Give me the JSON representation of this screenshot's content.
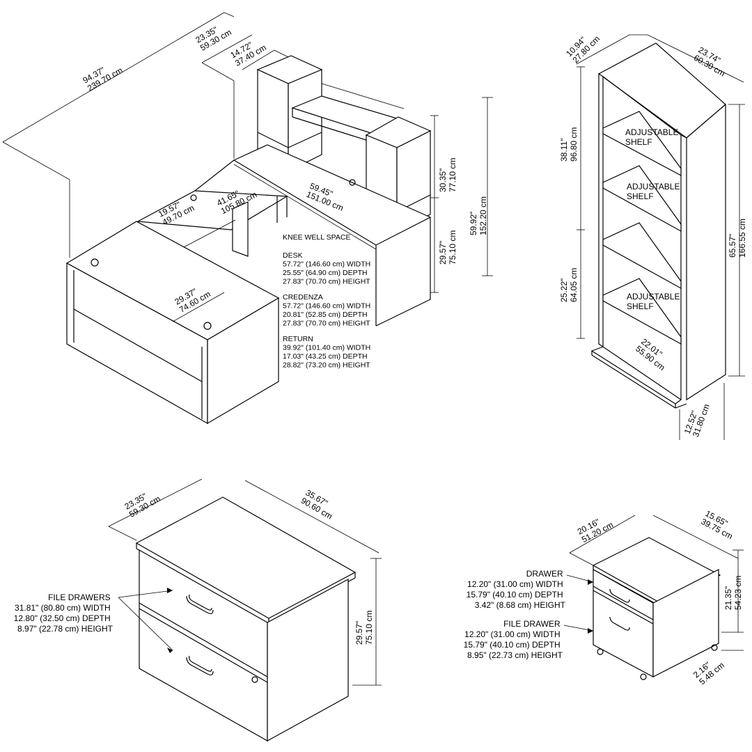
{
  "desk_set": {
    "dims": {
      "overall_width": [
        "94.37\"",
        "239.70 cm"
      ],
      "overall_depth": [
        "23.35\"",
        "59.30 cm"
      ],
      "hutch_depth": [
        "14.72\"",
        "37.40 cm"
      ],
      "hutch_height": [
        "30.35\"",
        "77.10 cm"
      ],
      "total_height": [
        "59.92\"",
        "152.20 cm"
      ],
      "desk_height": [
        "29.57\"",
        "75.10 cm"
      ],
      "return_span": [
        "41.65\"",
        "105.80 cm"
      ],
      "return_depth": [
        "19.57\"",
        "49.70 cm"
      ],
      "credenza_span": [
        "59.45\"",
        "151.00 cm"
      ],
      "desk_depth": [
        "29.37\"",
        "74.60 cm"
      ]
    },
    "knee_label": "KNEE WELL SPACE",
    "specs": [
      {
        "title": "DESK",
        "lines": [
          "57.72\" (146.60 cm) WIDTH",
          "25.55\" (64.90 cm) DEPTH",
          "27.83\" (70.70 cm) HEIGHT"
        ]
      },
      {
        "title": "CREDENZA",
        "lines": [
          "57.72\" (146.60 cm) WIDTH",
          "20.81\" (52.85 cm) DEPTH",
          "27.83\" (70.70 cm) HEIGHT"
        ]
      },
      {
        "title": "RETURN",
        "lines": [
          "39.92\" (101.40 cm) WIDTH",
          "17.03\" (43.25 cm) DEPTH",
          "28.82\" (73.20 cm) HEIGHT"
        ]
      }
    ]
  },
  "bookcase": {
    "dims": {
      "depth": [
        "10.94\"",
        "27.80 cm"
      ],
      "width": [
        "23.74\"",
        "60.30 cm"
      ],
      "upper_height": [
        "38.11\"",
        "96.80 cm"
      ],
      "lower_height": [
        "25.22\"",
        "64.05 cm"
      ],
      "total_height": [
        "65.57\"",
        "166.55 cm"
      ],
      "inner_width": [
        "22.01\"",
        "55.90 cm"
      ],
      "base_depth": [
        "12.52\"",
        "31.80 cm"
      ]
    },
    "shelf_label": [
      "ADJUSTABLE",
      "SHELF"
    ]
  },
  "lateral_file": {
    "dims": {
      "depth": [
        "23.35\"",
        "59.30 cm"
      ],
      "width": [
        "35.67\"",
        "90.60 cm"
      ],
      "height": [
        "29.57\"",
        "75.10 cm"
      ]
    },
    "spec": {
      "title": "FILE DRAWERS",
      "lines": [
        "31.81\" (80.80 cm) WIDTH",
        "12.80\" (32.50 cm) DEPTH",
        "8.97\" (22.78 cm) HEIGHT"
      ]
    }
  },
  "mobile_pedestal": {
    "dims": {
      "width": [
        "20.16\"",
        "51.20 cm"
      ],
      "depth": [
        "15.65\"",
        "39.75 cm"
      ],
      "height": [
        "21.35\"",
        "54.23 cm"
      ],
      "caster": [
        "2.16\"",
        "5.48 cm"
      ]
    },
    "drawer_spec": {
      "title": "DRAWER",
      "lines": [
        "12.20\" (31.00 cm) WIDTH",
        "15.79\" (40.10 cm) DEPTH",
        "3.42\" (8.68 cm) HEIGHT"
      ]
    },
    "file_spec": {
      "title": "FILE DRAWER",
      "lines": [
        "12.20\" (31.00 cm) WIDTH",
        "15.79\" (40.10 cm) DEPTH",
        "8.95\" (22.73 cm) HEIGHT"
      ]
    }
  }
}
